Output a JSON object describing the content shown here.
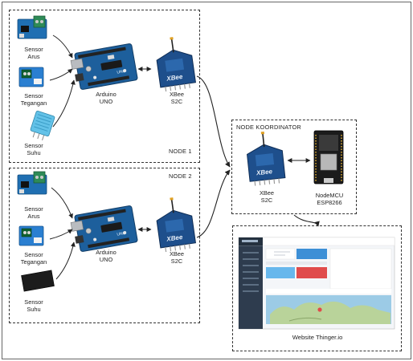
{
  "node1": {
    "title": "NODE 1",
    "sensors": [
      {
        "name": "Sensor Arus",
        "lines": [
          "Sensor",
          "Arus"
        ],
        "icon": "current-sensor-icon"
      },
      {
        "name": "Sensor Tegangan",
        "lines": [
          "Sensor",
          "Tegangan"
        ],
        "icon": "voltage-sensor-icon"
      },
      {
        "name": "Sensor Suhu",
        "lines": [
          "Sensor",
          "Suhu"
        ],
        "icon": "temperature-sensor-icon"
      }
    ],
    "arduino": {
      "lines": [
        "Arduino",
        "UNO"
      ],
      "icon": "arduino-board-icon"
    },
    "xbee": {
      "lines": [
        "XBee",
        "S2C"
      ],
      "icon": "xbee-module-icon"
    }
  },
  "node2": {
    "title": "NODE 2",
    "sensors": [
      {
        "name": "Sensor Arus",
        "lines": [
          "Sensor",
          "Arus"
        ],
        "icon": "current-sensor-icon"
      },
      {
        "name": "Sensor Tegangan",
        "lines": [
          "Sensor",
          "Tegangan"
        ],
        "icon": "voltage-sensor-icon"
      },
      {
        "name": "Sensor Suhu",
        "lines": [
          "Sensor",
          "Suhu"
        ],
        "icon": "temperature-sensor-icon"
      }
    ],
    "arduino": {
      "lines": [
        "Arduino",
        "UNO"
      ],
      "icon": "arduino-board-icon"
    },
    "xbee": {
      "lines": [
        "XBee",
        "S2C"
      ],
      "icon": "xbee-module-icon"
    }
  },
  "coordinator": {
    "title": "NODE KOORDINATOR",
    "xbee": {
      "lines": [
        "XBee",
        "S2C"
      ],
      "icon": "xbee-module-icon"
    },
    "nodemcu": {
      "lines": [
        "NodeMCU",
        "ESP8266"
      ],
      "icon": "nodemcu-board-icon"
    }
  },
  "website": {
    "title": "Website Thinger.io",
    "icon": "dashboard-screenshot-icon"
  },
  "colors": {
    "frame": "#333333",
    "arduino_blue": "#1d5f9c",
    "xbee_blue": "#1e4f8c",
    "sensor_green": "#2e8b57",
    "sensor_blue": "#2a7fd1",
    "sensor_cyan": "#63c2e8",
    "dashboard_sidebar": "#2e3c4e",
    "tile_blue": "#3d8fd6",
    "tile_red": "#e04b4b",
    "tile_sky": "#67b7ec"
  }
}
